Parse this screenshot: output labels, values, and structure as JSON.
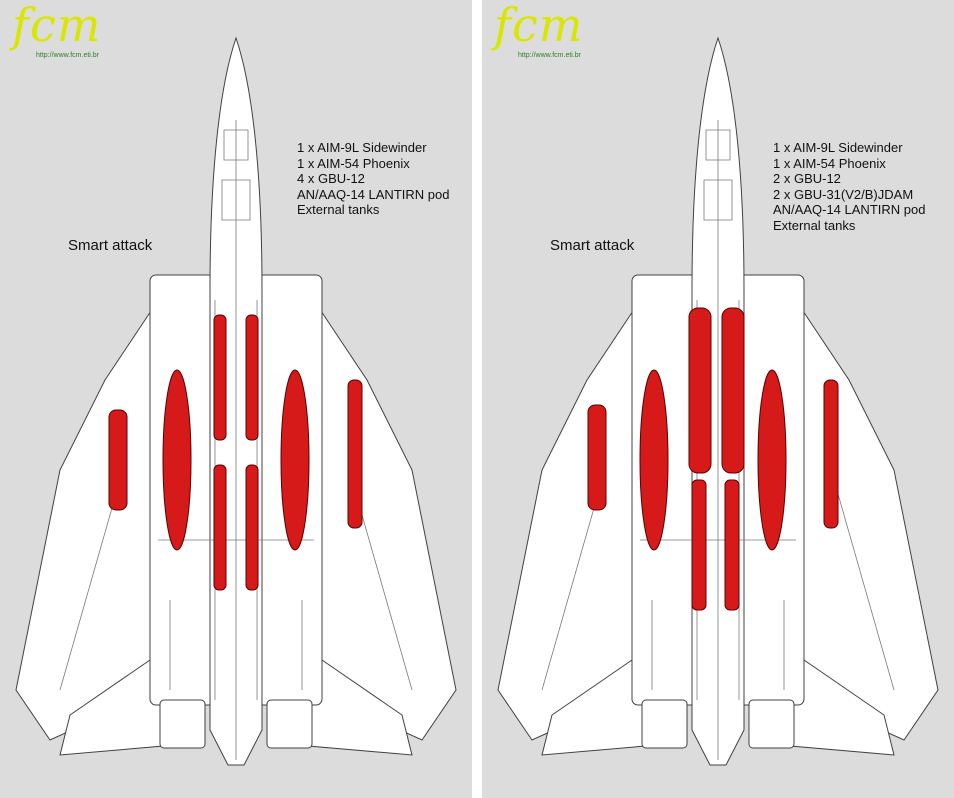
{
  "logo": {
    "text": "fcm",
    "url": "http://www.fcm.eti.br"
  },
  "colors": {
    "background": "#dcdcdc",
    "aircraft": "#ffffff",
    "outline": "#404040",
    "ordnance": "#d61a1a",
    "logo": "#d8e600"
  },
  "panels": [
    {
      "caption": "Smart attack",
      "loadout": [
        "1 x AIM-9L Sidewinder",
        "1 x AIM-54 Phoenix",
        "4 x GBU-12",
        "AN/AAQ-14 LANTIRN pod",
        "External tanks"
      ]
    },
    {
      "caption": "Smart attack",
      "loadout": [
        "1 x AIM-9L Sidewinder",
        "1 x AIM-54 Phoenix",
        "2 x GBU-12",
        "2 x GBU-31(V2/B)JDAM",
        "AN/AAQ-14 LANTIRN pod",
        "External tanks"
      ]
    }
  ]
}
